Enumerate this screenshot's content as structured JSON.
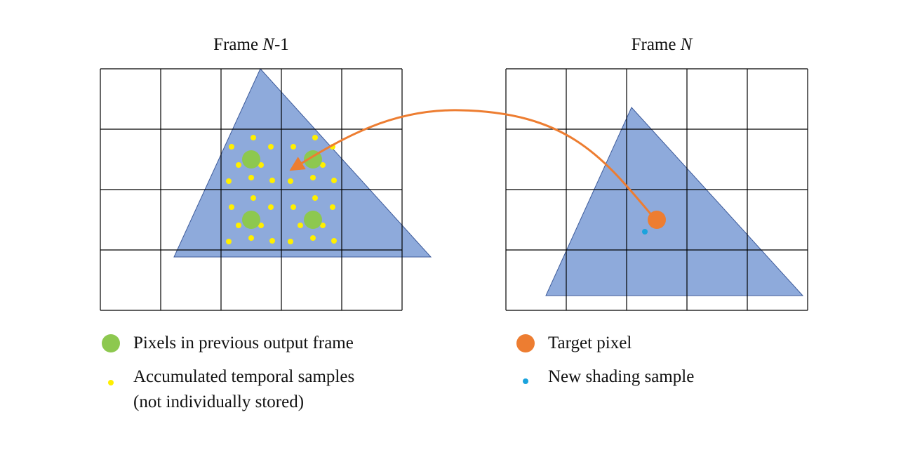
{
  "frames": {
    "left_title_prefix": "Frame ",
    "left_title_var": "N",
    "left_title_suffix": "-1",
    "right_title_prefix": "Frame ",
    "right_title_var": "N"
  },
  "legend": {
    "pixels_previous": "Pixels in previous output frame",
    "accumulated_line1": "Accumulated temporal samples",
    "accumulated_line2": "(not individually stored)",
    "target_pixel": "Target pixel",
    "new_shading_sample": "New shading sample"
  },
  "colors": {
    "triangle_fill": "#8eaadb",
    "triangle_stroke": "#3c5a9a",
    "grid": "#000000",
    "pixel_green": "#8dc84f",
    "sample_yellow": "#ffef00",
    "target_orange": "#ed7d31",
    "shading_blue": "#1aa3dd",
    "arrow": "#ed7d31"
  }
}
